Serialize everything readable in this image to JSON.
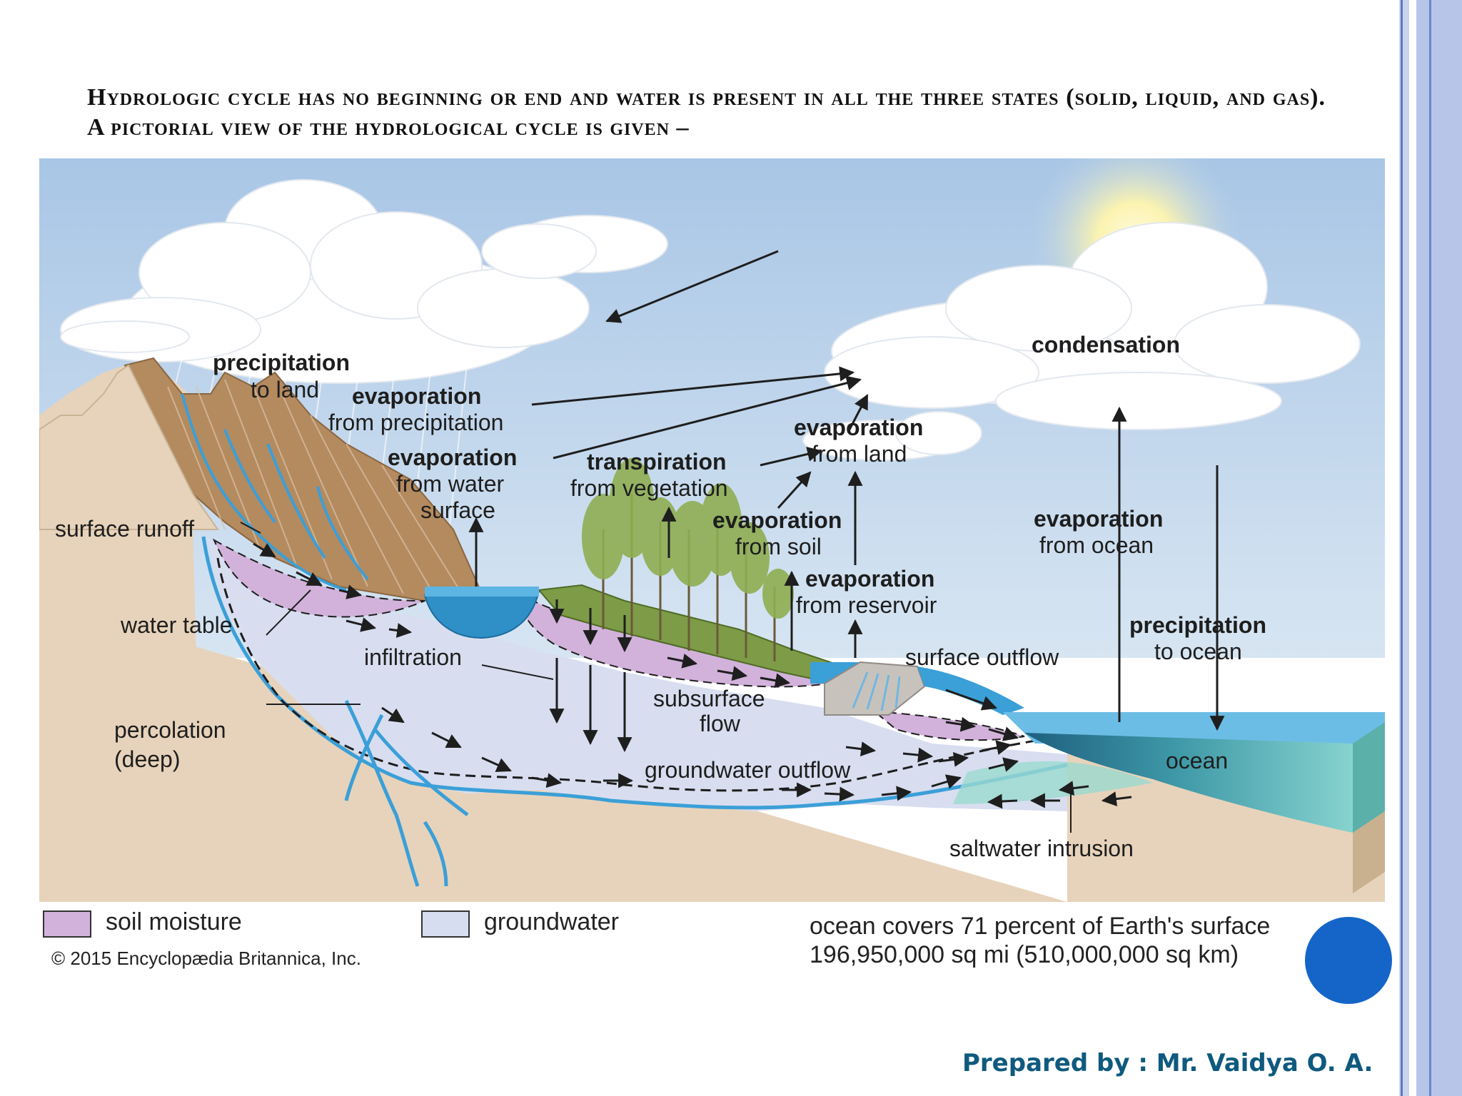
{
  "heading": "Hydrologic cycle has no beginning or end and water is present in all the three states (solid, liquid, and gas). A pictorial view of the hydrological cycle is given –",
  "labels": {
    "condensation": "condensation",
    "precip_land_1": "precipitation",
    "precip_land_2": "to land",
    "evap_precip_1": "evaporation",
    "evap_precip_2": "from precipitation",
    "evap_water_1": "evaporation",
    "evap_water_2": "from water",
    "evap_water_3": "surface",
    "transp_1": "transpiration",
    "transp_2": "from vegetation",
    "evap_land_1": "evaporation",
    "evap_land_2": "from land",
    "evap_soil_1": "evaporation",
    "evap_soil_2": "from soil",
    "evap_res_1": "evaporation",
    "evap_res_2": "from reservoir",
    "evap_ocean_1": "evaporation",
    "evap_ocean_2": "from ocean",
    "precip_ocean_1": "precipitation",
    "precip_ocean_2": "to ocean",
    "surface_runoff": "surface runoff",
    "water_table": "water table",
    "infiltration": "infiltration",
    "subsurface_1": "subsurface",
    "subsurface_2": "flow",
    "surface_outflow": "surface outflow",
    "percolation_1": "percolation",
    "percolation_2": "(deep)",
    "groundwater_outflow": "groundwater  outflow",
    "ocean": "ocean",
    "saltwater": "saltwater intrusion"
  },
  "legend": {
    "soil_moisture": "soil moisture",
    "groundwater": "groundwater"
  },
  "copyright": "© 2015 Encyclopædia Britannica, Inc.",
  "ocean_fact_1": "ocean covers 71 percent of Earth's surface",
  "ocean_fact_2": "196,950,000 sq mi (510,000,000 sq km)",
  "prepared_by": "Prepared by : Mr. Vaidya O. A.",
  "colors": {
    "sky": "#b9d2ea",
    "soil": "#e8d4bd",
    "soil_moisture": "#d3b3dc",
    "groundwater": "#d6ddf0",
    "ocean": "#7ccac6",
    "water_blue": "#3b9fd8",
    "accent": "#1565c8",
    "text_blue": "#0f5a7e"
  }
}
